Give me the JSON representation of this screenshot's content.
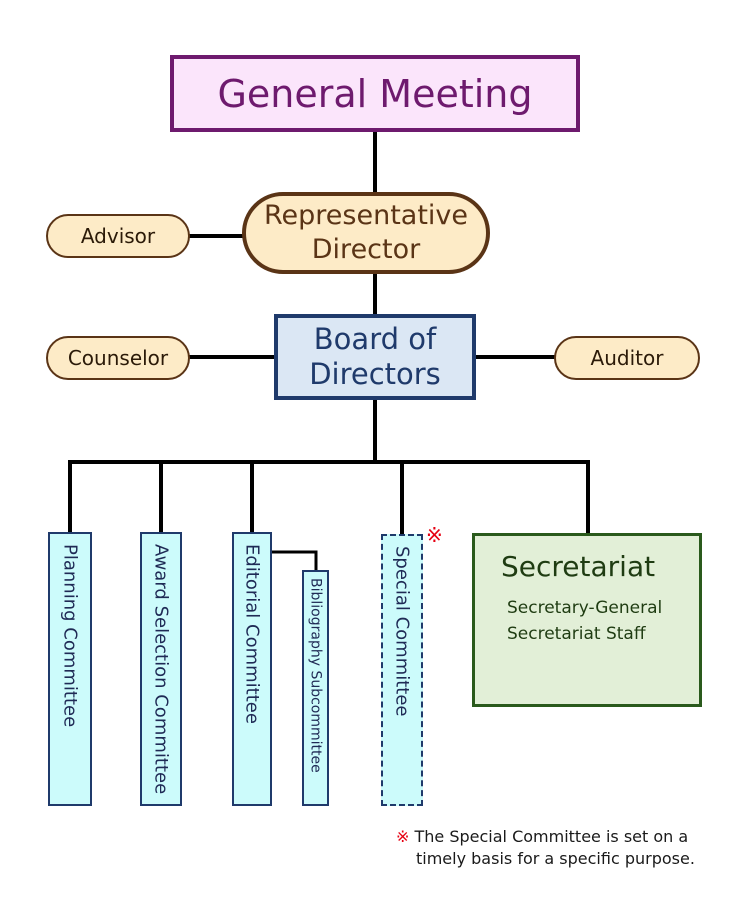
{
  "diagram": {
    "general_meeting": "General Meeting",
    "representative_director": {
      "line1": "Representative",
      "line2": "Director"
    },
    "advisor": "Advisor",
    "board_of_directors": {
      "line1": "Board of",
      "line2": "Directors"
    },
    "counselor": "Counselor",
    "auditor": "Auditor",
    "committees": {
      "planning": "Planning Committee",
      "award_selection": "Award Selection Committee",
      "editorial": "Editorial Committee",
      "bibliography": "Bibliography Subcommittee",
      "special": "Special Committee"
    },
    "special_mark": "※",
    "secretariat": {
      "title": "Secretariat",
      "members": [
        "Secretary-General",
        "Secretariat Staff"
      ]
    },
    "note": {
      "mark": "※",
      "line1": "The Special Committee is set on a",
      "line2": "timely basis for a specific purpose."
    }
  },
  "colors": {
    "connector": "#000000",
    "general_fill": "#fbe5fb",
    "general_border": "#6e1a6e",
    "pill_fill": "#fdebc7",
    "pill_border": "#5a3416",
    "board_fill": "#dbe7f4",
    "board_border": "#1f3a6b",
    "committee_fill": "#ccfbfb",
    "secretariat_fill": "#e2efd7",
    "secretariat_border": "#2a5a1c",
    "asterisk": "#e60012"
  }
}
